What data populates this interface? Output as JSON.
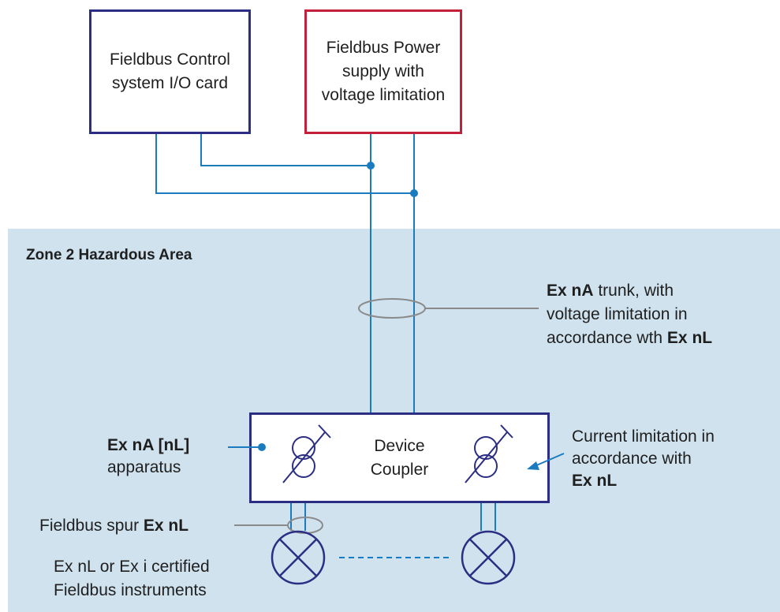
{
  "boxes": {
    "control": "Fieldbus Control system I/O card",
    "power": "Fieldbus Power supply with voltage limitation",
    "coupler": "Device Coupler"
  },
  "labels": {
    "zone": "Zone 2 Hazardous Area",
    "trunk_bold": "Ex nA",
    "trunk_line1": " trunk, with",
    "trunk_line2": "voltage limitation in",
    "trunk_line3": "accordance wth ",
    "trunk_bold2": "Ex nL",
    "apparatus_bold": "Ex nA [nL]",
    "apparatus": "apparatus",
    "current_line1": "Current limitation in",
    "current_line2": "accordance with",
    "current_bold": "Ex nL",
    "spur": "Fieldbus spur ",
    "spur_bold": "Ex nL",
    "instruments_line1": "Ex nL or Ex i certified",
    "instruments_line2": "Fieldbus instruments"
  },
  "colors": {
    "wire": "#1a7bbf",
    "control_border": "#2b2e83",
    "power_border": "#c5203a",
    "zone_fill": "#cfe2ee",
    "leader": "#8a8a8a"
  }
}
